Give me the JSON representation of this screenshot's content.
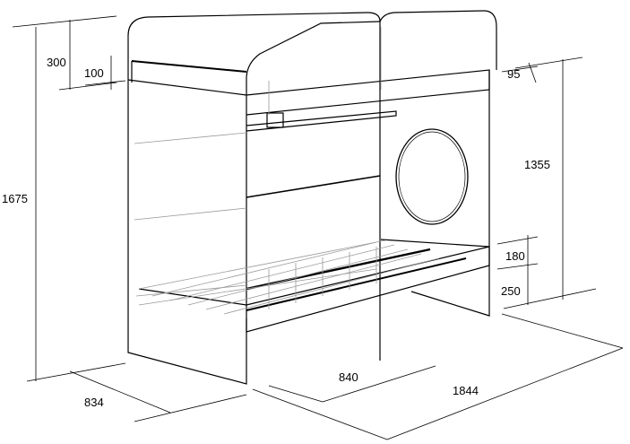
{
  "dimensions": {
    "total_height": "1675",
    "top_guard": "300",
    "guard_inset": "100",
    "top_frame_offset": "95",
    "upper_height": "1355",
    "lower_frame": "180",
    "lower_clearance": "250",
    "depth": "834",
    "inner_length": "840",
    "total_length": "1844"
  },
  "colors": {
    "line": "#000000",
    "faint": "#9a9a9a",
    "slat": "#222222"
  }
}
